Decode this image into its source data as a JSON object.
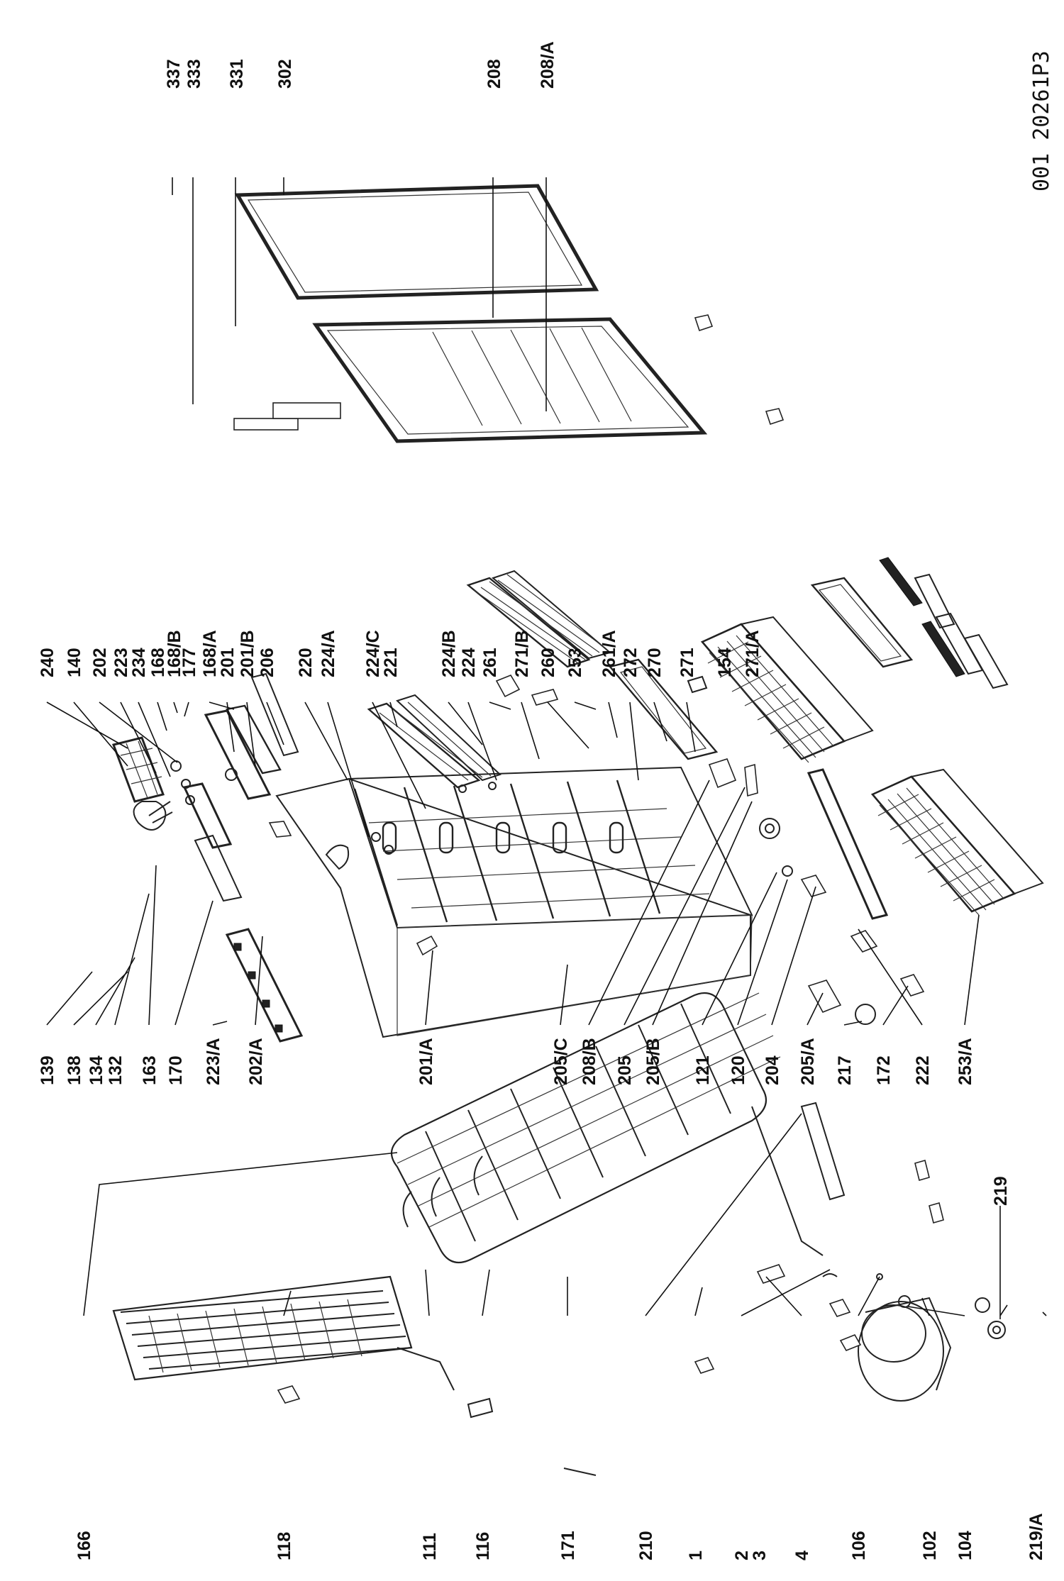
{
  "drawing_code": "001 20261P3",
  "part_numbers": [
    "337",
    "333",
    "331",
    "302",
    "208",
    "208/A",
    "240",
    "140",
    "202",
    "223",
    "234",
    "168",
    "168/B",
    "177",
    "168/A",
    "201",
    "201/B",
    "206",
    "220",
    "224/A",
    "224/C",
    "221",
    "224/B",
    "224",
    "261",
    "271/B",
    "260",
    "253",
    "261/A",
    "272",
    "270",
    "271",
    "154",
    "271/A",
    "139",
    "138",
    "134",
    "132",
    "163",
    "170",
    "223/A",
    "202/A",
    "201/A",
    "205/C",
    "208/B",
    "205",
    "205/B",
    "121",
    "120",
    "204",
    "205/A",
    "217",
    "172",
    "222",
    "253/A",
    "166",
    "118",
    "111",
    "116",
    "171",
    "210",
    "1",
    "2",
    "3",
    "4",
    "106",
    "102",
    "104",
    "219/A",
    "219"
  ],
  "icon_names": [
    "evaporator-coil-icon",
    "condenser-grid-icon",
    "compressor-icon",
    "cabinet-icon",
    "door-icon",
    "basket-icon",
    "drawer-icon",
    "ice-tray-icon",
    "fan-coil-icon"
  ]
}
